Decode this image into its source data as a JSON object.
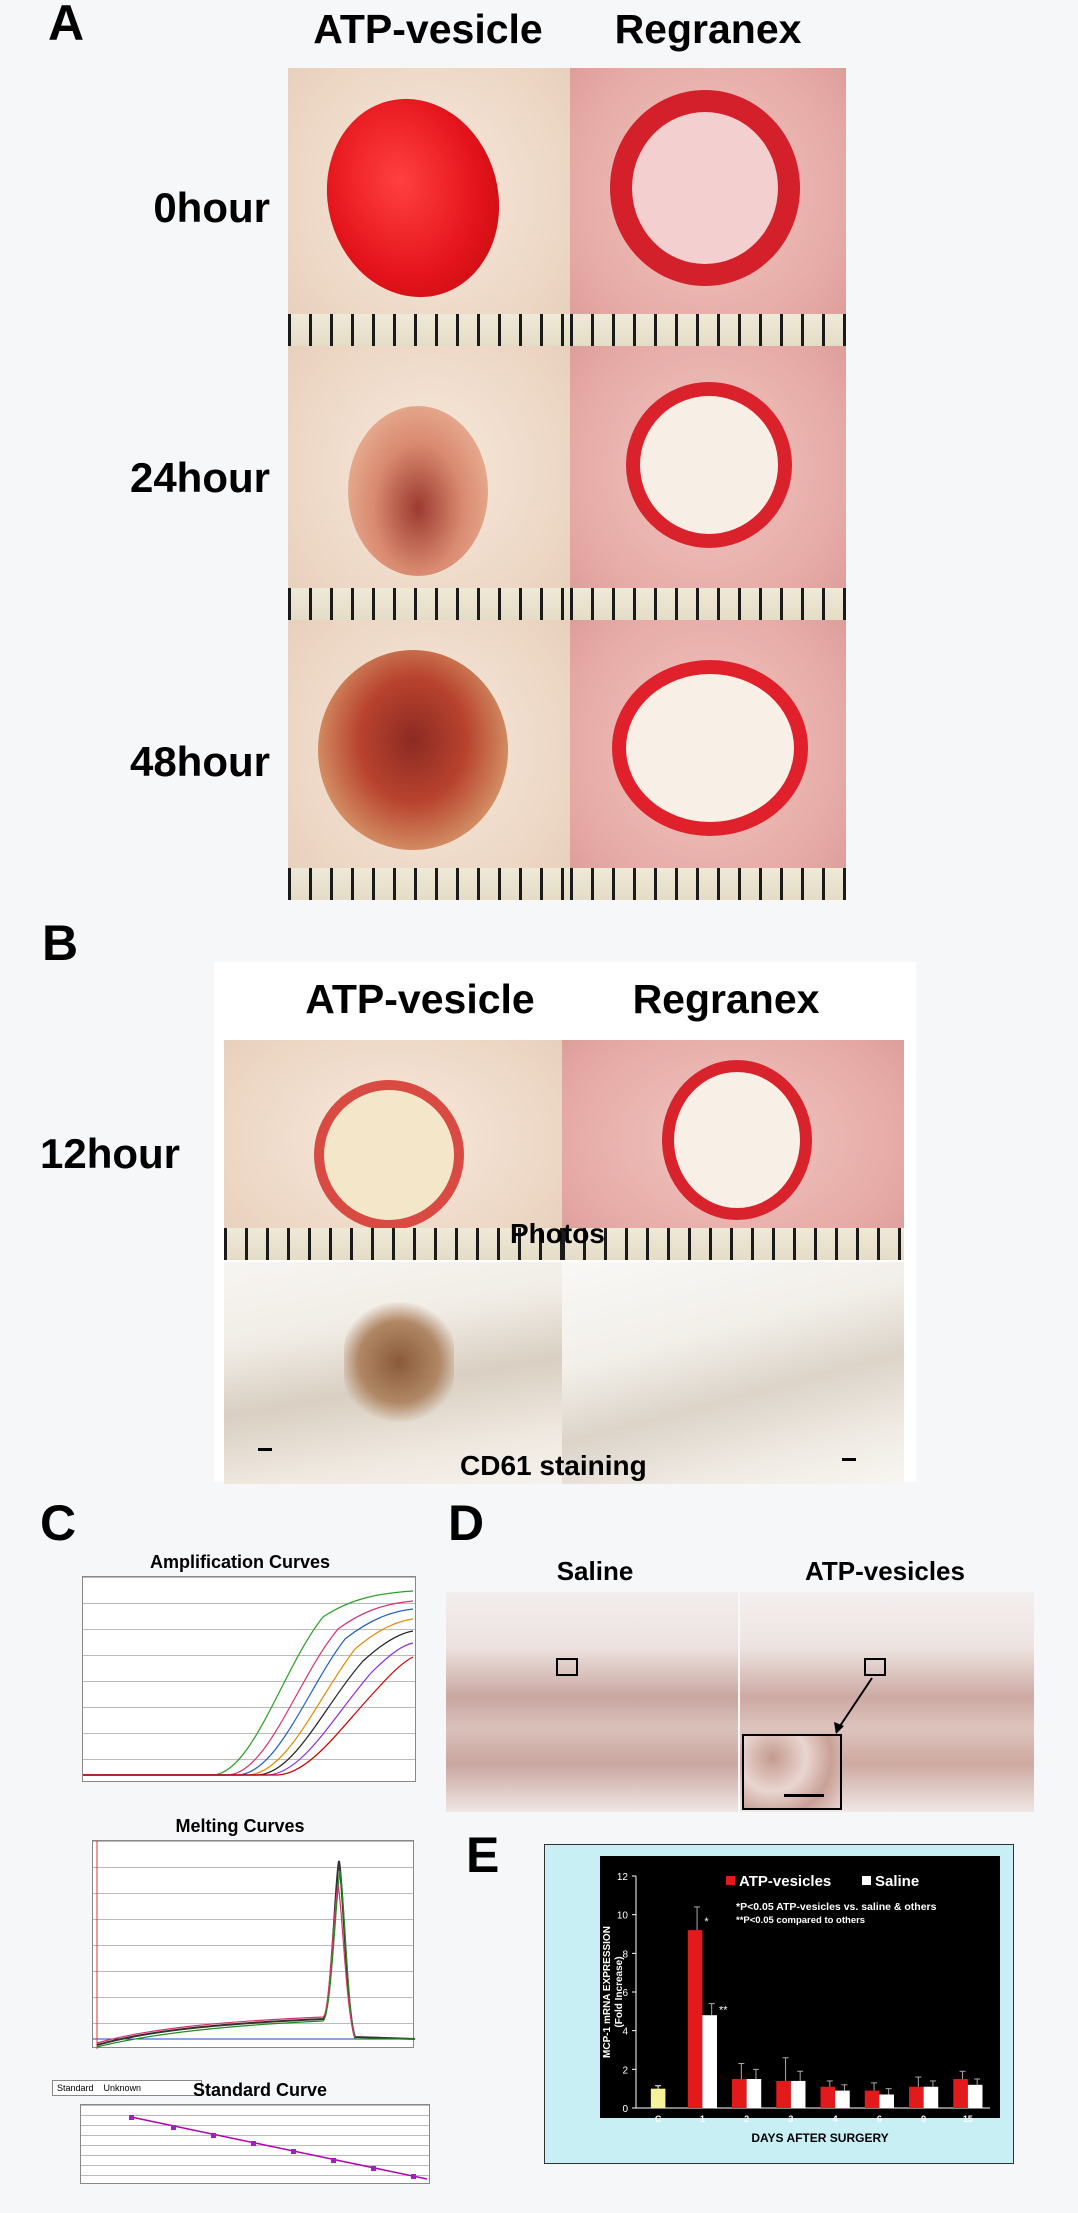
{
  "panelA": {
    "letter": "A",
    "cols": [
      "ATP-vesicle",
      "Regranex"
    ],
    "rows": [
      "0hour",
      "24hour",
      "48hour"
    ]
  },
  "panelB": {
    "letter": "B",
    "cols": [
      "ATP-vesicle",
      "Regranex"
    ],
    "row": "12hour",
    "photos_label": "Photos",
    "stain_label": "CD61 staining"
  },
  "panelC": {
    "letter": "C",
    "amp_title": "Amplification Curves",
    "melt_title": "Melting Curves",
    "std_title": "Standard Curve",
    "std_legend": [
      "Standard",
      "Unknown"
    ]
  },
  "panelD": {
    "letter": "D",
    "cols": [
      "Saline",
      "ATP-vesicles"
    ]
  },
  "panelE": {
    "letter": "E"
  },
  "chart_data": {
    "type": "bar",
    "categories": [
      "C",
      "1",
      "2",
      "3",
      "4",
      "6",
      "9",
      "15"
    ],
    "series": [
      {
        "name": "ATP-vesicles",
        "color": "#e31a1c",
        "values": [
          null,
          9.2,
          1.5,
          1.4,
          1.1,
          0.9,
          1.1,
          1.5
        ],
        "errors": [
          null,
          1.2,
          0.8,
          1.2,
          0.3,
          0.4,
          0.5,
          0.4
        ]
      },
      {
        "name": "Saline",
        "color": "#ffffff",
        "values": [
          null,
          4.8,
          1.5,
          1.4,
          0.9,
          0.7,
          1.1,
          1.2
        ],
        "errors": [
          null,
          0.6,
          0.5,
          0.5,
          0.3,
          0.3,
          0.3,
          0.3
        ]
      }
    ],
    "control": {
      "category": "C",
      "value": 1.0,
      "error": 0.15,
      "color": "#f6f29a"
    },
    "ylabel_line1": "MCP-1 mRNA EXPRESSION",
    "ylabel_line2": "(Fold Increase)",
    "xlabel": "DAYS AFTER SURGERY",
    "ylim": [
      0,
      12
    ],
    "yticks": [
      0,
      2,
      4,
      6,
      8,
      10,
      12
    ],
    "annotations": [
      "*P<0.05 ATP-vesicles vs. saline  & others",
      "**P<0.05 compared to others"
    ],
    "markers": {
      "atp_day1": "*",
      "saline_day1": "**"
    },
    "background": "#000000",
    "frame_color": "#c8f0f4"
  }
}
